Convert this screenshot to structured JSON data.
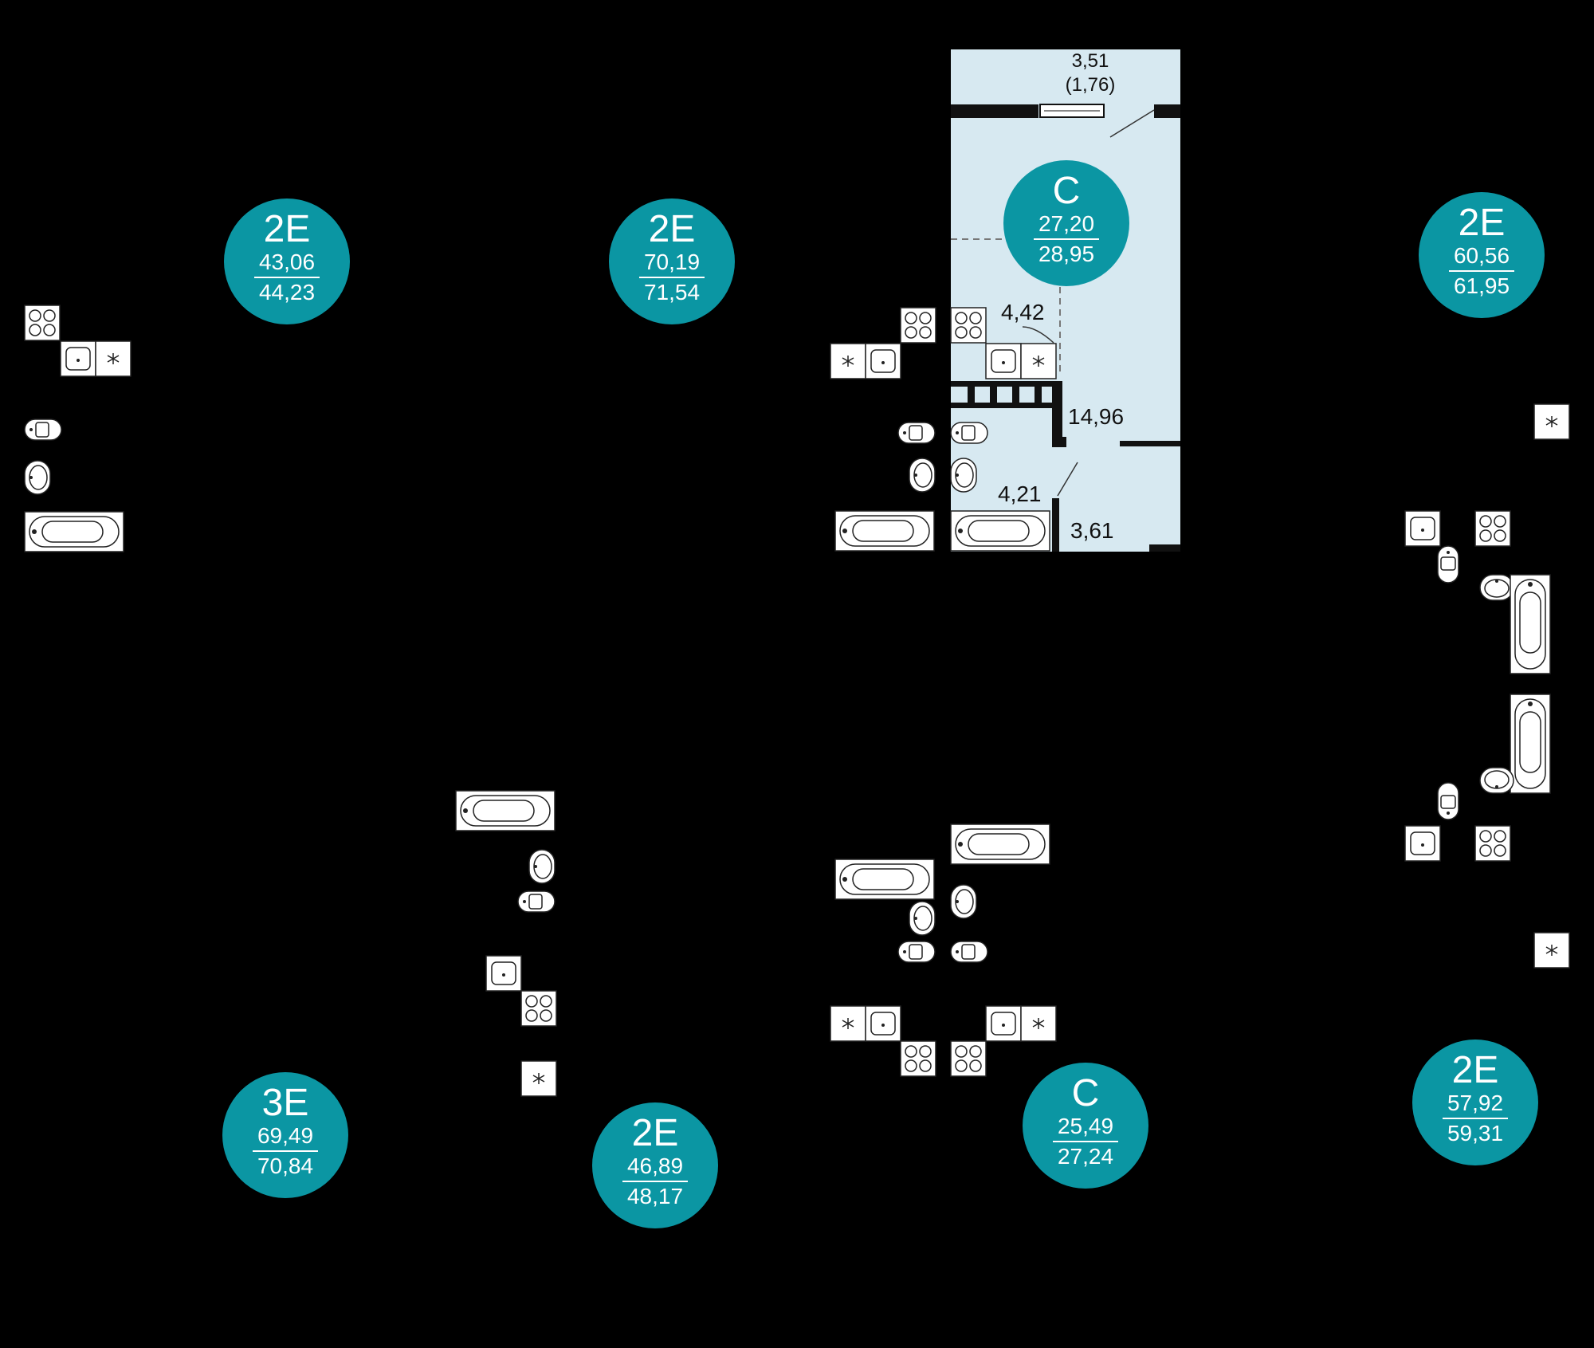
{
  "colors": {
    "accent": "#0b96a3",
    "background": "#000000",
    "selected_unit_fill": "#d7e9f1",
    "wall": "#111111",
    "fixture": "#ffffff"
  },
  "apartments": [
    {
      "id": "a1",
      "type": "2Е",
      "living_area": "43,06",
      "total_area": "44,23"
    },
    {
      "id": "a2",
      "type": "2Е",
      "living_area": "70,19",
      "total_area": "71,54"
    },
    {
      "id": "a3",
      "type": "С",
      "living_area": "27,20",
      "total_area": "28,95",
      "selected": true
    },
    {
      "id": "a4",
      "type": "2Е",
      "living_area": "60,56",
      "total_area": "61,95"
    },
    {
      "id": "a5",
      "type": "3Е",
      "living_area": "69,49",
      "total_area": "70,84"
    },
    {
      "id": "a6",
      "type": "2Е",
      "living_area": "46,89",
      "total_area": "48,17"
    },
    {
      "id": "a7",
      "type": "С",
      "living_area": "25,49",
      "total_area": "27,24"
    },
    {
      "id": "a8",
      "type": "2Е",
      "living_area": "57,92",
      "total_area": "59,31"
    }
  ],
  "selected_unit_rooms": {
    "balcony": "3,51",
    "balcony_reduced": "(1,76)",
    "kitchen": "4,42",
    "living_room": "14,96",
    "bathroom": "4,21",
    "hall": "3,61"
  },
  "fixture_icons": [
    "bathtub-icon",
    "washbasin-icon",
    "toilet-icon",
    "sink-icon",
    "stove-icon",
    "fridge-icon"
  ]
}
